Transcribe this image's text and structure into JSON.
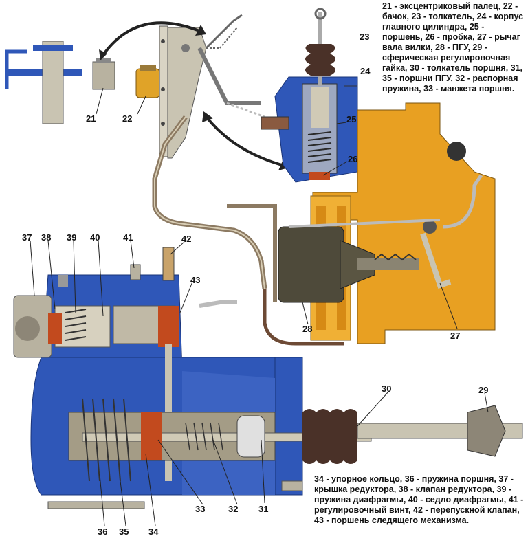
{
  "legend": {
    "top": "21 - эксцентриковый палец, 22 - бачок, 23 - толкатель, 24 - корпус главного цилиндра, 25 - поршень, 26 - пробка, 27 - рычаг вала вилки, 28 - ПГУ, 29 - сферическая регулировочная гайка, 30 - толкатель поршня, 31, 35 - поршни ПГУ, 32 - распорная пружина, 33 - манжета поршня.",
    "bottom": "34 - упорное кольцо, 36 - пружина поршня, 37 - крышка редуктора, 38 - клапан редуктора, 39 - пружина диафрагмы, 40 - седло диафрагмы, 41 - регулировочный винт, 42 - перепускной клапан, 43 - поршень следящего механизма."
  },
  "callouts": [
    "21",
    "22",
    "23",
    "24",
    "25",
    "26",
    "27",
    "28",
    "29",
    "30",
    "31",
    "32",
    "33",
    "34",
    "35",
    "36",
    "37",
    "38",
    "39",
    "40",
    "41",
    "42",
    "43"
  ],
  "colors": {
    "housing_blue": "#2f57b8",
    "wall_orange": "#e8a022",
    "gasket_red": "#c24a1e",
    "rubber_dark": "#4a3128",
    "metal": "#b8b2a0",
    "pipe": "#8c7a62"
  }
}
